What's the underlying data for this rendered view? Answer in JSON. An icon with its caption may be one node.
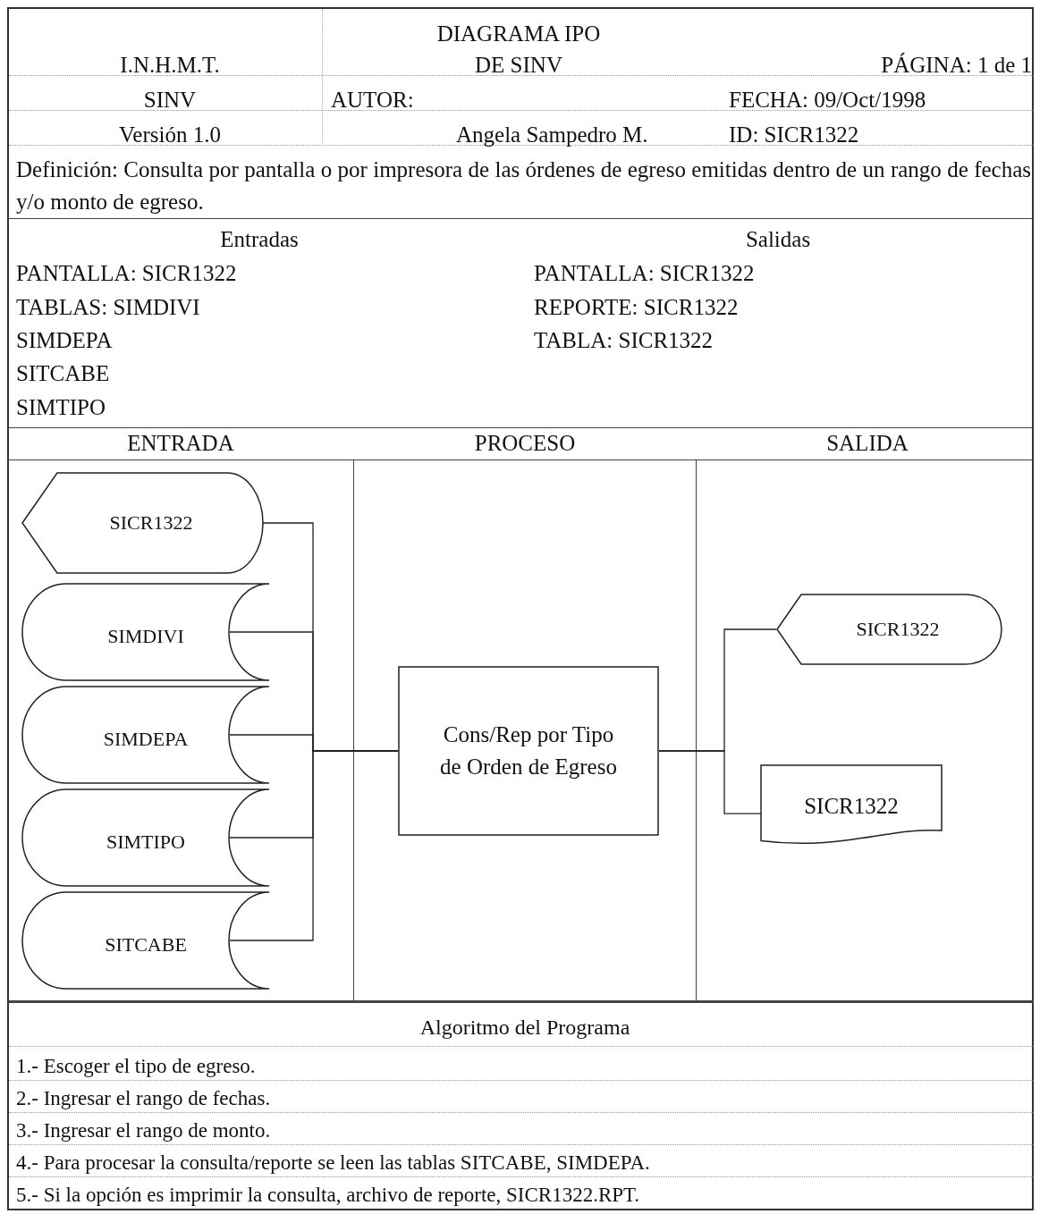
{
  "diagram": {
    "nodes": [
      {
        "text": [
          "SICR1322"
        ]
      },
      {
        "text": [
          "SIMDIVI"
        ]
      },
      {
        "text": [
          "SIMDEPA"
        ]
      },
      {
        "text": [
          "SIMTIPO"
        ]
      },
      {
        "text": [
          "SITCABE"
        ]
      },
      {
        "text": [
          "Cons/Rep por Tipo de Orden de Egreso"
        ]
      },
      {
        "text": [
          "SICR1322"
        ]
      },
      {
        "text": [
          "SICR1322"
        ]
      }
    ],
    "edges": [
      {
        "from": 0,
        "to": 5,
        "arrow": "none"
      },
      {
        "from": 1,
        "to": 5,
        "arrow": "none"
      },
      {
        "from": 2,
        "to": 5,
        "arrow": "none"
      },
      {
        "from": 3,
        "to": 5,
        "arrow": "none"
      },
      {
        "from": 4,
        "to": 5,
        "arrow": "none"
      },
      {
        "from": 5,
        "to": 6,
        "arrow": "none"
      },
      {
        "from": 5,
        "to": 7,
        "arrow": "none"
      }
    ],
    "labels": [
      "DIAGRAMA IPO",
      "I.N.H.M.T.",
      "DE SINV",
      "PÁGINA: 1 de 1",
      "SINV",
      "AUTOR:",
      "FECHA: 09/Oct/1998",
      "Versión 1.0",
      "Angela Sampedro M.",
      "ID: SICR1322",
      "Definición: Consulta por pantalla o por impresora de las órdenes de egreso emitidas dentro de un rango de fechas y/o monto de egreso.",
      "Entradas",
      "Salidas",
      "PANTALLA: SICR1322",
      "PANTALLA: SICR1322",
      "TABLAS: SIMDIVI",
      "REPORTE: SICR1322",
      "SIMDEPA",
      "TABLA: SICR1322",
      "SITCABE",
      "SIMTIPO",
      "ENTRADA",
      "PROCESO",
      "SALIDA",
      "Algoritmo del Programa",
      "1.- Escoger el tipo de egreso.",
      "2.- Ingresar el rango de fechas.",
      "3.- Ingresar el rango de monto.",
      "4.- Para procesar la consulta/reporte se leen las tablas SITCABE, SIMDEPA.",
      "5.- Si la opción es imprimir la consulta, archivo de reporte, SICR1322.RPT."
    ]
  }
}
